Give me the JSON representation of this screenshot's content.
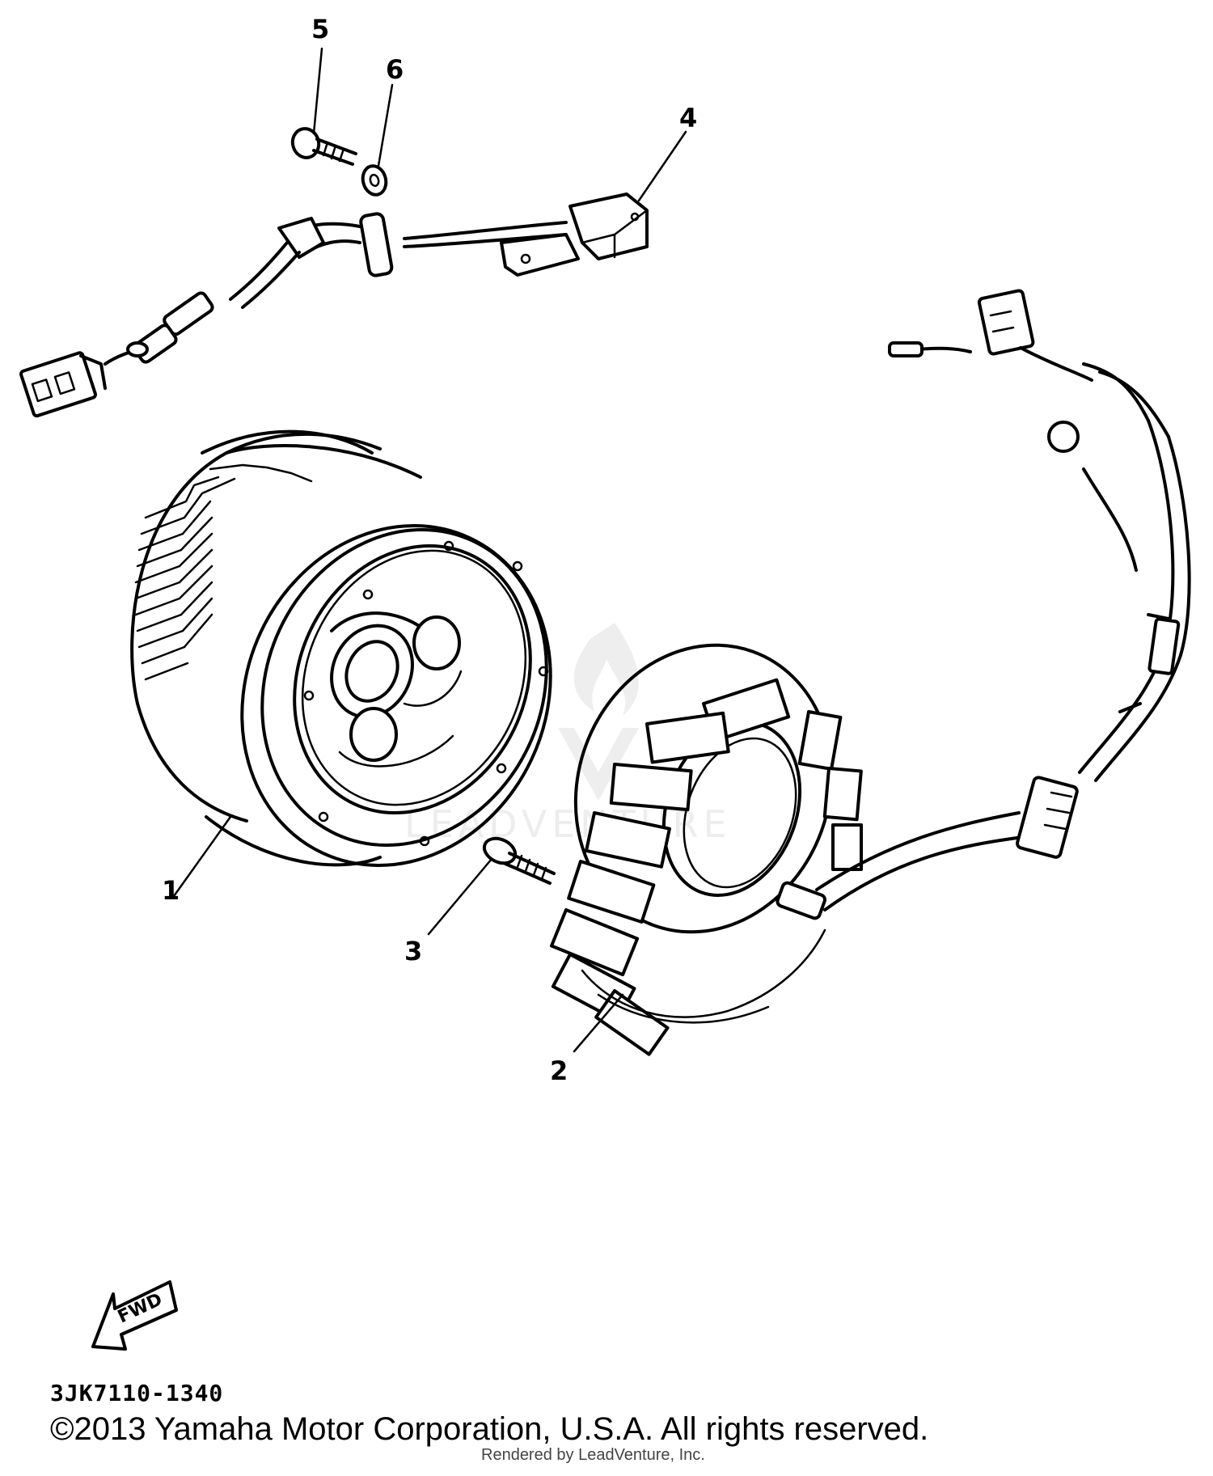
{
  "callouts": {
    "part1": "1",
    "part2": "2",
    "part3": "3",
    "part4": "4",
    "part5": "5",
    "part6": "6"
  },
  "fwd_label": "FWD",
  "diagram_code": "3JK7110-1340",
  "copyright": "©2013 Yamaha Motor Corporation, U.S.A. All rights reserved.",
  "rendered_by": "Rendered by LeadVenture, Inc.",
  "watermark_text": "LEADVENTURE"
}
